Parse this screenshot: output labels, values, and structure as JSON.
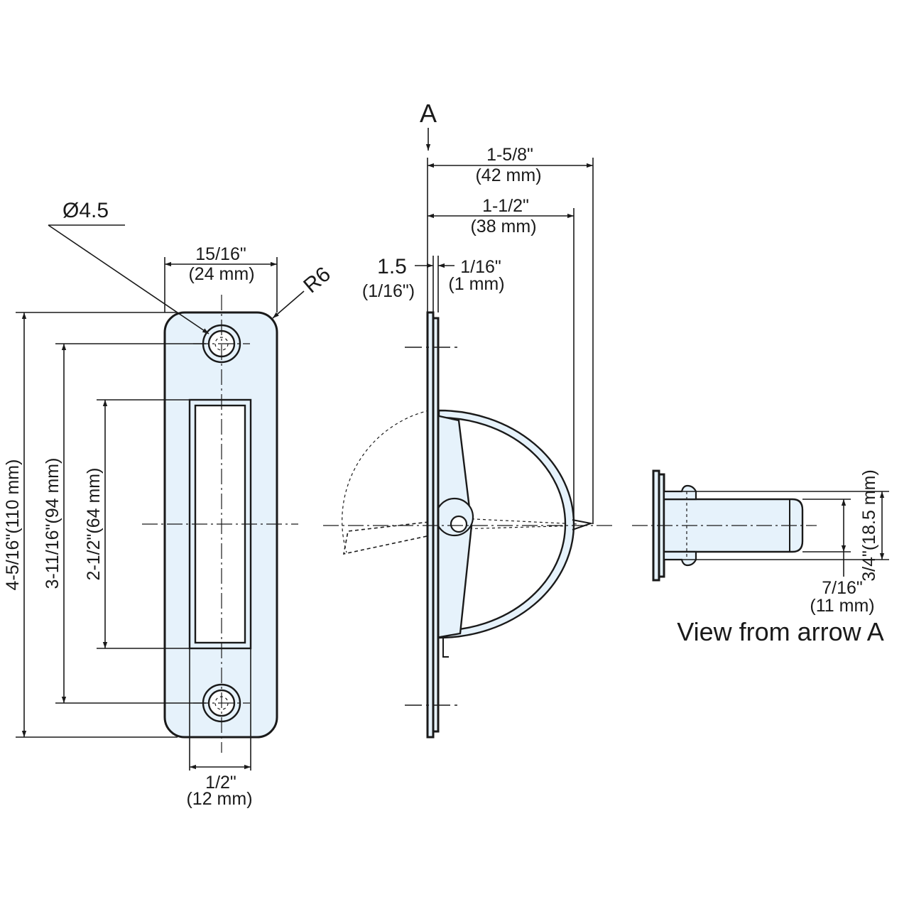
{
  "colors": {
    "part_fill": "#e6f2fb",
    "ink": "#1a1a1a"
  },
  "front_view": {
    "hole_dia": "Ø4.5",
    "width_in": "15/16\"",
    "width_mm": "(24 mm)",
    "corner_radius": "R6",
    "height_total": "4-5/16\"(110 mm)",
    "hole_pitch": "3-11/16\"(94 mm)",
    "recess_length": "2-1/2\"(64 mm)",
    "recess_width_in": "1/2\"",
    "recess_width_mm": "(12 mm)"
  },
  "side_view": {
    "arrow_label": "A",
    "reach_in": "1-5/8\"",
    "reach_mm": "(42 mm)",
    "ring_in": "1-1/2\"",
    "ring_mm": "(38 mm)",
    "plate_thk": "1.5",
    "plate_thk_in": "(1/16\")",
    "gap_in": "1/16\"",
    "gap_mm": "(1 mm)"
  },
  "arrow_view": {
    "outer_height": "3/4\"(18.5 mm)",
    "inner_height_in": "7/16\"",
    "inner_height_mm": "(11 mm)",
    "caption": "View from arrow A"
  }
}
